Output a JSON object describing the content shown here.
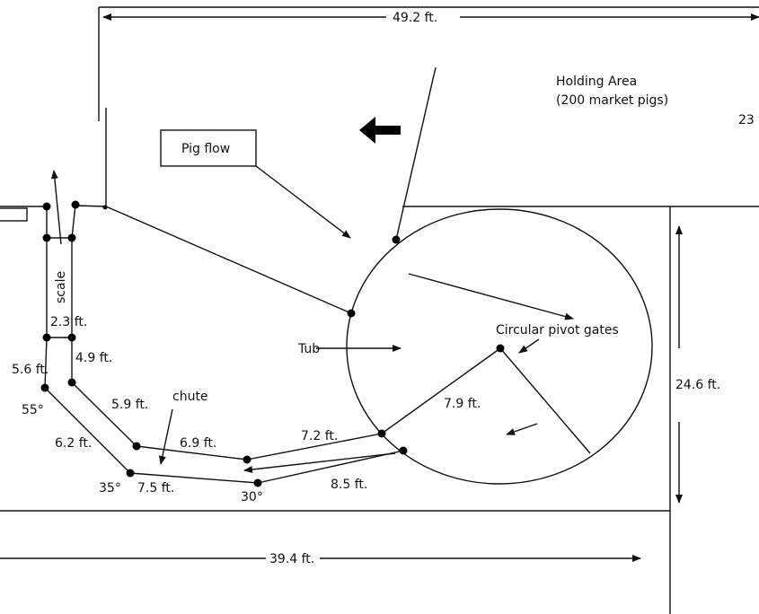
{
  "labels": {
    "holding_area": "Holding Area",
    "holding_capacity": "(200 market pigs)",
    "pig_flow": "Pig flow",
    "scale": "scale",
    "chute": "chute",
    "tub": "Tub",
    "pivot_gates": "Circular pivot gates"
  },
  "dimensions": {
    "top_width": "49.2 ft.",
    "right_partial": "23 f",
    "tub_height": "24.6 ft.",
    "bottom_width": "39.4 ft.",
    "scale_width": "2.3 ft.",
    "d_4_9": "4.9 ft.",
    "d_5_6": "5.6 ft.",
    "d_5_9": "5.9 ft.",
    "d_6_2": "6.2 ft.",
    "d_6_9": "6.9 ft.",
    "d_7_5": "7.5 ft.",
    "d_7_2": "7.2 ft.",
    "d_8_5": "8.5 ft.",
    "d_7_9": "7.9 ft."
  },
  "angles": {
    "a55": "55°",
    "a35": "35°",
    "a30": "30°"
  },
  "icons": {
    "flow_direction": "arrow-left-icon"
  }
}
